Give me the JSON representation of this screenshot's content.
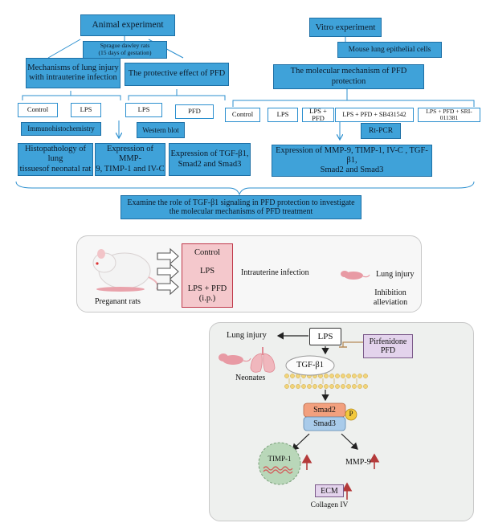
{
  "top": {
    "animal_title": "Animal experiment",
    "vitro_title": "Vitro experiment",
    "rats": "Sprague dawley rats\n(15 days of gestation)",
    "mechanisms": "Mechanisms of lung injury\nwith intrauterine infection",
    "protective": "The protective effect of PFD",
    "mouse_cells": "Mouse lung epithelial cells",
    "molecular_mech": "The molecular mechanism of PFD protection",
    "groups_animal": [
      "Control",
      "LPS",
      "LPS",
      "PFD"
    ],
    "groups_vitro": [
      "Control",
      "LPS",
      "LPS + PFD",
      "LPS + PFD + SB431542",
      "LPS + PFD + SRI-011381"
    ],
    "immuno": "Immunohistochemistry",
    "western": "Western blot",
    "rtpcr": "Rt-PCR",
    "histo": "Histopathology of lung\ntissuesof neonatal rat",
    "expr_mmp": "Expression of MMP-\n9, TIMP-1 and IV-C",
    "expr_tgf": "Expression of TGF-β1,\nSmad2 and Smad3",
    "expr_vitro": "Expression of MMP-9, TIMP-1, IV-C , TGF-β1,\nSmad2 and Smad3",
    "examine": "Examine the role of TGF-β1 signaling in PFD protection to investigate\nthe molecular mechanisms of PFD treatment"
  },
  "middle": {
    "pregnant": "Preganant rats",
    "group_control": "Control",
    "group_lps": "LPS",
    "group_lps_pfd": "LPS + PFD\n(i.p.)",
    "intrauterine": "Intrauterine infection",
    "lung_injury": "Lung injury",
    "inhibition": "Inhibition\nalleviation"
  },
  "bottom": {
    "lung_injury": "Lung injury",
    "lps": "LPS",
    "pirfenidone": "Pirfenidone\nPFD",
    "neonates": "Neonates",
    "tgf": "TGF-β1",
    "smad2": "Smad2",
    "p": "P",
    "smad3": "Smad3",
    "timp": "TIMP-1",
    "mmp": "MMP-9",
    "ecm": "ECM",
    "collagen": "Collagen IV"
  },
  "colors": {
    "blue_box": "#3fa2d9",
    "connector": "#2b8fcf",
    "pink_box": "#f4c8cc",
    "pink_border": "#c0394b",
    "purple_box": "#e3d3ec",
    "smad2": "#f2a07e",
    "smad3": "#a9cbea",
    "phospho": "#f3c93d",
    "membrane": "#f2d57b",
    "timp_cell": "#b9d7b9",
    "up_arrow": "#b43a3a"
  }
}
